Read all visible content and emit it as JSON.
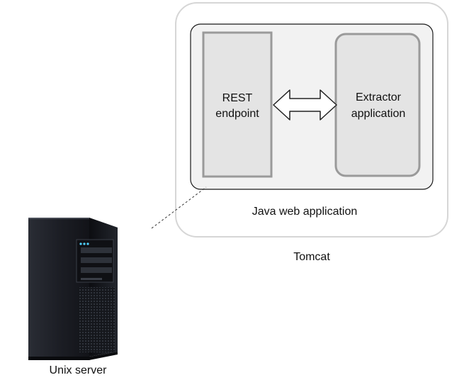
{
  "diagram": {
    "nodes": {
      "rest_endpoint": {
        "label": "REST\nendpoint"
      },
      "extractor_application": {
        "label": "Extractor\napplication"
      },
      "java_web_application": {
        "label": "Java web application"
      },
      "tomcat": {
        "label": "Tomcat"
      },
      "unix_server": {
        "label": "Unix server",
        "icon": "server-tower-icon"
      }
    },
    "edges": [
      {
        "from": "rest_endpoint",
        "to": "extractor_application",
        "style": "double-arrow"
      },
      {
        "from": "unix_server",
        "to": "java_web_application",
        "style": "dashed-line"
      }
    ],
    "colors": {
      "tomcat_border": "#d6d6d6",
      "java_app_fill": "#f2f2f2",
      "inner_box_fill": "#e4e4e4",
      "inner_box_border": "#9a9a9a",
      "server_body": "#1a1c22",
      "server_led": "#4fd1ff"
    }
  }
}
